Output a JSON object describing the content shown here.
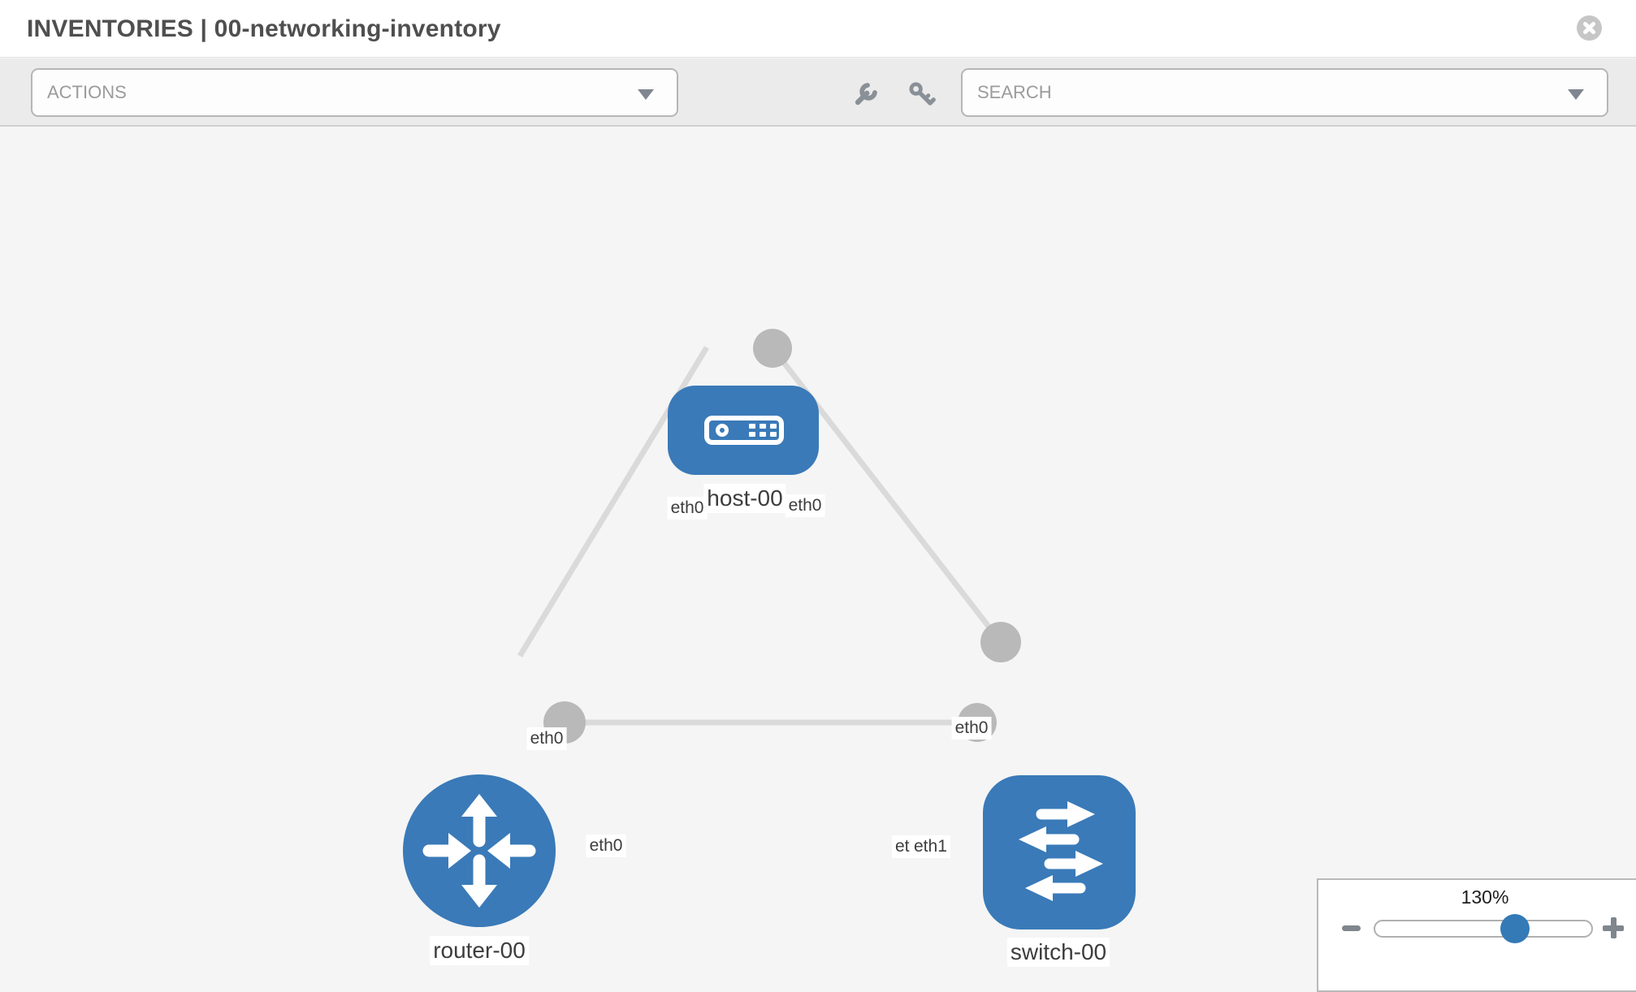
{
  "header": {
    "title": "INVENTORIES | 00-networking-inventory"
  },
  "toolbar": {
    "actions_label": "ACTIONS",
    "search_label": "SEARCH",
    "icons": [
      "wrench-icon",
      "key-icon"
    ]
  },
  "topology": {
    "nodes": [
      {
        "id": "host-00",
        "type": "host",
        "label": "host-00"
      },
      {
        "id": "router-00",
        "type": "router",
        "label": "router-00"
      },
      {
        "id": "switch-00",
        "type": "switch",
        "label": "switch-00"
      }
    ],
    "links": [
      {
        "from": "host-00",
        "to": "router-00",
        "from_interface": "eth0",
        "to_interface": "eth0"
      },
      {
        "from": "host-00",
        "to": "switch-00",
        "from_interface": "eth0",
        "to_interface": "eth0"
      },
      {
        "from": "router-00",
        "to": "switch-00",
        "from_interface": "eth0",
        "to_interface": "eth1"
      }
    ],
    "interface_labels": {
      "host_left": "eth0",
      "host_right": "eth0",
      "router_diag": "eth0",
      "router_horiz": "eth0",
      "switch_top": "eth0",
      "switch_left_under": "eth0",
      "switch_left": "eth1"
    }
  },
  "zoom_control": {
    "level": "130%"
  },
  "colors": {
    "node_blue": "#3a7ab8",
    "link_gray": "#dadada",
    "port_gray": "#b9b9b9",
    "canvas_bg": "#f5f5f5",
    "toolbar_bg": "#ebebeb",
    "accent_thumb": "#337ab7"
  }
}
